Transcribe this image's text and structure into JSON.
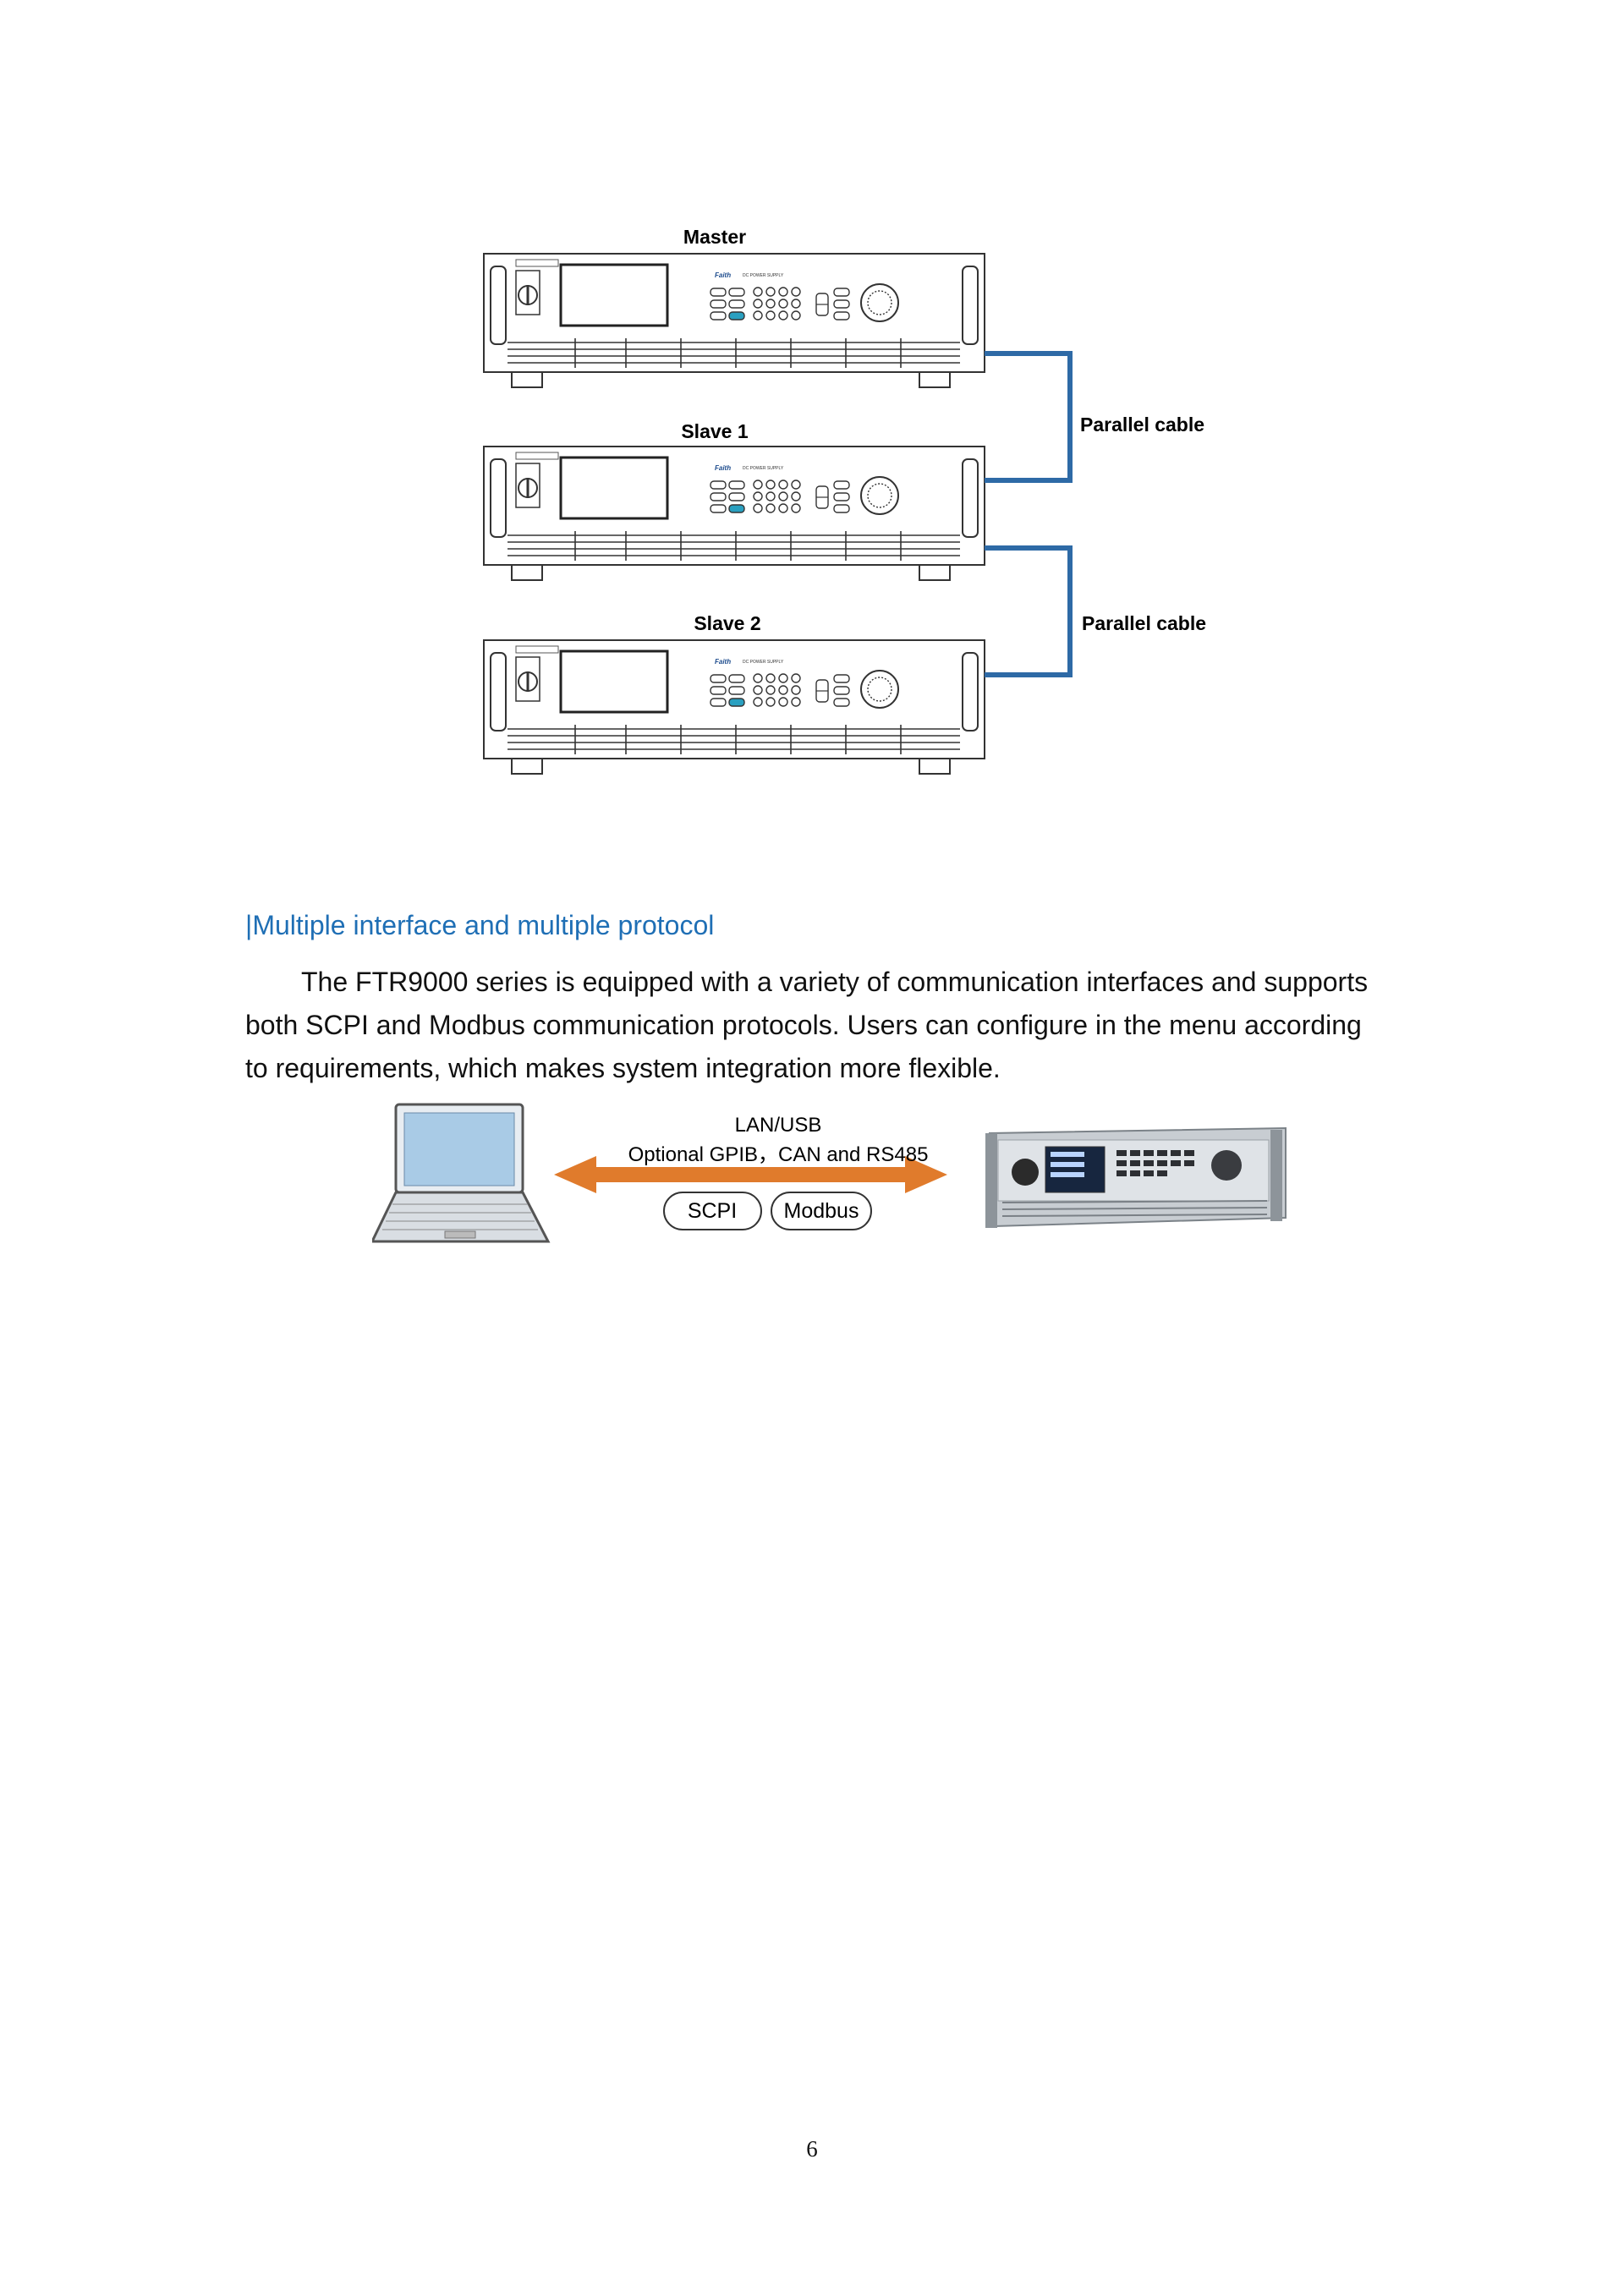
{
  "figure1": {
    "units": [
      {
        "label": "Master",
        "brand": "Faith",
        "model": "DC POWER SUPPLY"
      },
      {
        "label": "Slave 1",
        "brand": "Faith",
        "model": "DC POWER SUPPLY"
      },
      {
        "label": "Slave 2",
        "brand": "Faith",
        "model": "DC POWER SUPPLY"
      }
    ],
    "cable_labels": [
      "Parallel cable",
      "Parallel cable"
    ],
    "cable_color": "#2e6aa6"
  },
  "section": {
    "heading": "|Multiple interface and multiple protocol",
    "heading_color": "#1f6fb5",
    "paragraph": "The FTR9000 series is equipped with a variety of communication interfaces and supports both SCPI and Modbus communication protocols. Users can configure in the menu according to requirements, which makes system integration more flexible."
  },
  "figure2": {
    "line1": "LAN/USB",
    "line2": "Optional GPIB，CAN and RS485",
    "protocols": [
      "SCPI",
      "Modbus"
    ],
    "arrow_color": "#e07b2c"
  },
  "page_number": "6"
}
